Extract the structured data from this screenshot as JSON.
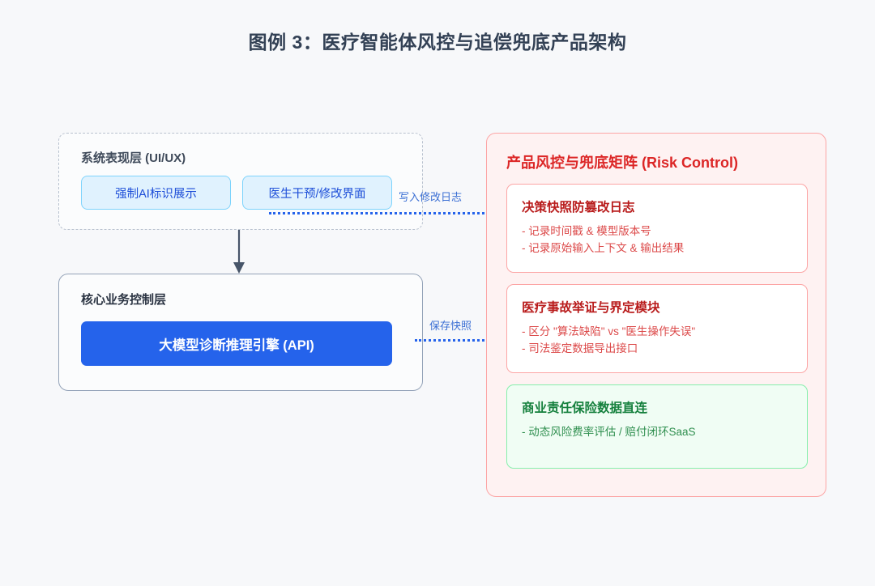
{
  "page": {
    "title": "图例 3：医疗智能体风控与追偿兜底产品架构",
    "background_color": "#f7f8fa"
  },
  "left_column": {
    "presentation_layer": {
      "title": "系统表现层 (UI/UX)",
      "chips": [
        {
          "label": "强制AI标识展示"
        },
        {
          "label": "医生干预/修改界面"
        }
      ]
    },
    "core_layer": {
      "title": "核心业务控制层",
      "engine_button": "大模型诊断推理引擎 (API)"
    }
  },
  "connectors": {
    "write_log": {
      "label": "写入修改日志",
      "color": "#2563eb",
      "style": "dotted-arrow"
    },
    "save_snapshot": {
      "label": "保存快照",
      "color": "#2563eb",
      "style": "dotted-arrow"
    },
    "layer_flow": {
      "label": "",
      "color": "#475569",
      "style": "solid-arrow-down"
    }
  },
  "risk_panel": {
    "title": "产品风控与兜底矩阵 (Risk Control)",
    "accent_color": "#dc2626",
    "border_color": "#fca5a5",
    "background_color": "#fef2f2",
    "cards": [
      {
        "title": "决策快照防篡改日志",
        "tone": "red",
        "lines": [
          "- 记录时间戳 & 模型版本号",
          "- 记录原始输入上下文 & 输出结果"
        ]
      },
      {
        "title": "医疗事故举证与界定模块",
        "tone": "red",
        "lines": [
          "- 区分 \"算法缺陷\" vs \"医生操作失误\"",
          "- 司法鉴定数据导出接口"
        ]
      },
      {
        "title": "商业责任保险数据直连",
        "tone": "green",
        "lines": [
          "- 动态风险费率评估 / 赔付闭环SaaS"
        ]
      }
    ]
  }
}
